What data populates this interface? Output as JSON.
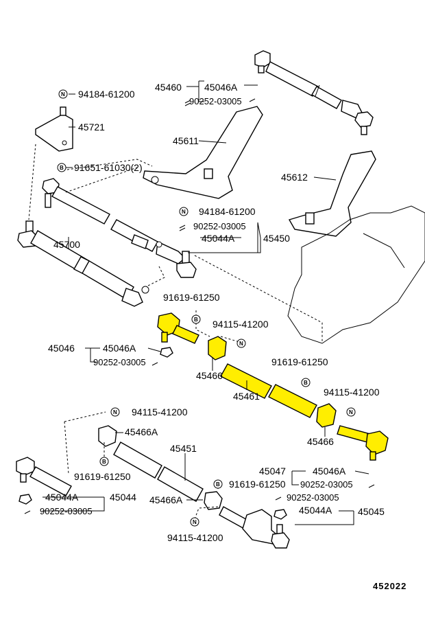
{
  "colors": {
    "highlight": "#ffee00",
    "line": "#000000",
    "background": "#ffffff"
  },
  "labels": {
    "l_94184_top": "94184-61200",
    "l_45721": "45721",
    "l_91651": "91651-61030(2)",
    "l_45460": "45460",
    "l_45046A_top": "45046A",
    "l_90252_top": "90252-03005",
    "l_45611": "45611",
    "l_45612": "45612",
    "l_45700": "45700",
    "l_94184_mid": "94184-61200",
    "l_90252_mid": "90252-03005",
    "l_45044A_mid": "45044A",
    "l_45450": "45450",
    "l_91619_a": "91619-61250",
    "l_94115_a": "94115-41200",
    "l_45046": "45046",
    "l_45046A_b": "45046A",
    "l_90252_b": "90252-03005",
    "l_45466_a": "45466",
    "l_45461": "45461",
    "l_91619_b": "91619-61250",
    "l_94115_b": "94115-41200",
    "l_45466_b": "45466",
    "l_94115_c": "94115-41200",
    "l_45466A_a": "45466A",
    "l_45451": "45451",
    "l_91619_c": "91619-61250",
    "l_45047": "45047",
    "l_45046A_c": "45046A",
    "l_90252_c": "90252-03005",
    "l_45044A_l": "45044A",
    "l_45044": "45044",
    "l_90252_l": "90252-03005",
    "l_91619_d": "91619-61250",
    "l_45466A_b": "45466A",
    "l_90252_r": "90252-03005",
    "l_45044A_r": "45044A",
    "l_45045": "45045",
    "l_94115_d": "94115-41200",
    "diagram_code": "452022"
  },
  "symbols": {
    "n": "N",
    "b": "B"
  }
}
